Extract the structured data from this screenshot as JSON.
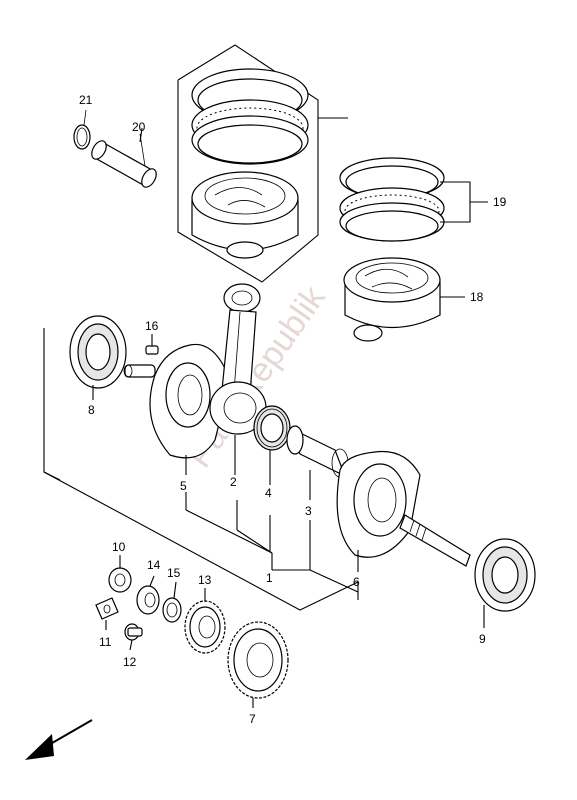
{
  "callouts": {
    "c1": "1",
    "c2": "2",
    "c3": "3",
    "c4": "4",
    "c5": "5",
    "c6": "6",
    "c7": "7",
    "c8": "8",
    "c9": "9",
    "c10": "10",
    "c11": "11",
    "c12": "12",
    "c13": "13",
    "c14": "14",
    "c15": "15",
    "c16": "16",
    "c18": "18",
    "c19": "19",
    "c20": "20",
    "c21": "21"
  },
  "watermark": "PartsRepublik",
  "direction_arrow": "arrow-front-icon"
}
